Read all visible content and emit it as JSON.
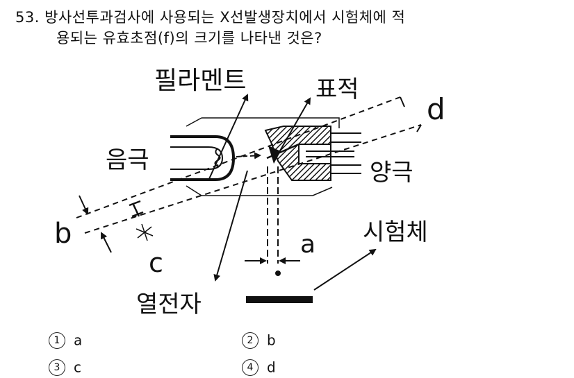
{
  "question": {
    "number": "53.",
    "line1": "방사선투과검사에 사용되는 X선발생장치에서 시험체에 적",
    "line2": "용되는 유효초점(f)의 크기를 나타낸 것은?"
  },
  "diagram": {
    "labels": {
      "filament": "필라멘트",
      "target": "표적",
      "cathode": "음극",
      "anode": "양극",
      "electron": "열전자",
      "specimen": "시험체",
      "a": "a",
      "b": "b",
      "c": "c",
      "d": "d"
    }
  },
  "options": [
    {
      "num": "1",
      "text": "a"
    },
    {
      "num": "2",
      "text": "b"
    },
    {
      "num": "3",
      "text": "c"
    },
    {
      "num": "4",
      "text": "d"
    }
  ]
}
